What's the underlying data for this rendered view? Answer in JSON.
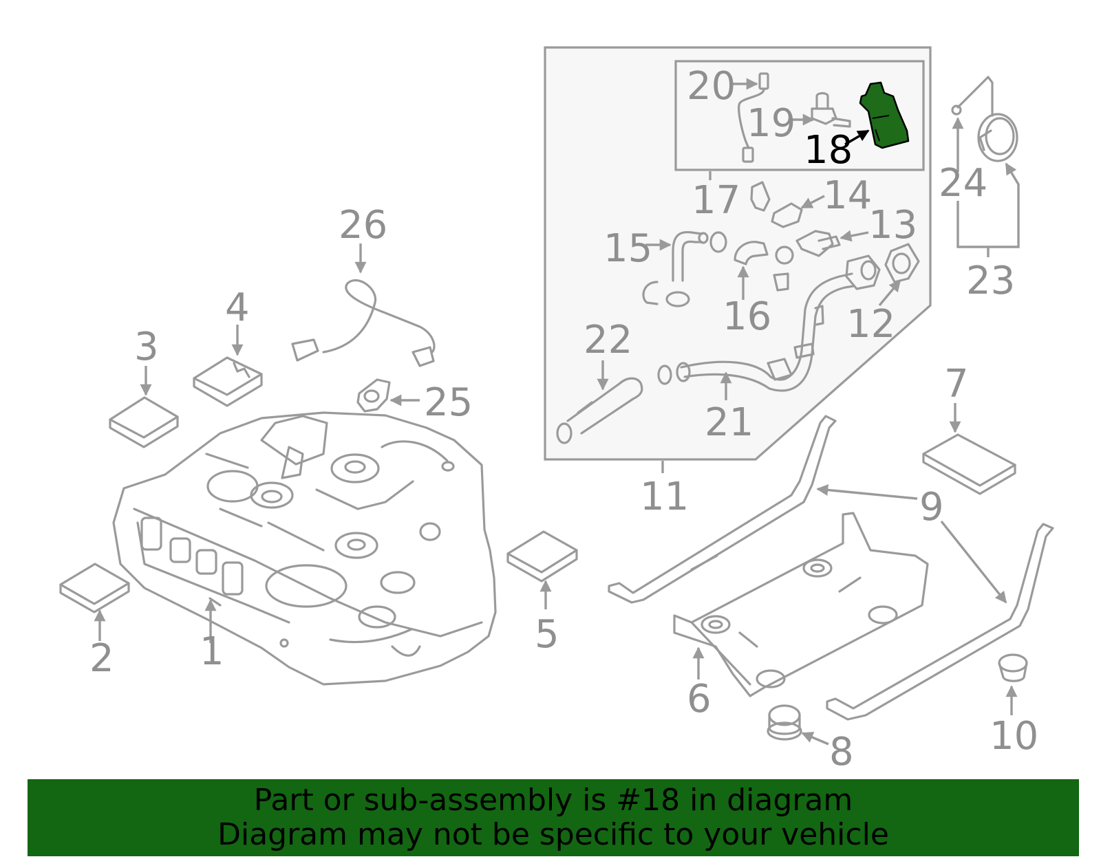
{
  "callouts": [
    {
      "id": "1",
      "label": "1"
    },
    {
      "id": "2",
      "label": "2"
    },
    {
      "id": "3",
      "label": "3"
    },
    {
      "id": "4",
      "label": "4"
    },
    {
      "id": "5",
      "label": "5"
    },
    {
      "id": "6",
      "label": "6"
    },
    {
      "id": "7",
      "label": "7"
    },
    {
      "id": "8",
      "label": "8"
    },
    {
      "id": "9",
      "label": "9"
    },
    {
      "id": "10",
      "label": "10"
    },
    {
      "id": "11",
      "label": "11"
    },
    {
      "id": "12",
      "label": "12"
    },
    {
      "id": "13",
      "label": "13"
    },
    {
      "id": "14",
      "label": "14"
    },
    {
      "id": "15",
      "label": "15"
    },
    {
      "id": "16",
      "label": "16"
    },
    {
      "id": "17",
      "label": "17"
    },
    {
      "id": "18",
      "label": "18"
    },
    {
      "id": "19",
      "label": "19"
    },
    {
      "id": "20",
      "label": "20"
    },
    {
      "id": "21",
      "label": "21"
    },
    {
      "id": "22",
      "label": "22"
    },
    {
      "id": "23",
      "label": "23"
    },
    {
      "id": "24",
      "label": "24"
    },
    {
      "id": "25",
      "label": "25"
    },
    {
      "id": "26",
      "label": "26"
    }
  ],
  "highlight": {
    "part": "18",
    "color": "#1e6b1a"
  },
  "colors": {
    "line": "#9a9a9a",
    "label": "#8f8f8f",
    "banner": "#136612",
    "panel": "#f7f7f7"
  },
  "banner": {
    "line1": "Part or sub-assembly is #18 in diagram",
    "line2": "Diagram may not be specific to your vehicle"
  }
}
